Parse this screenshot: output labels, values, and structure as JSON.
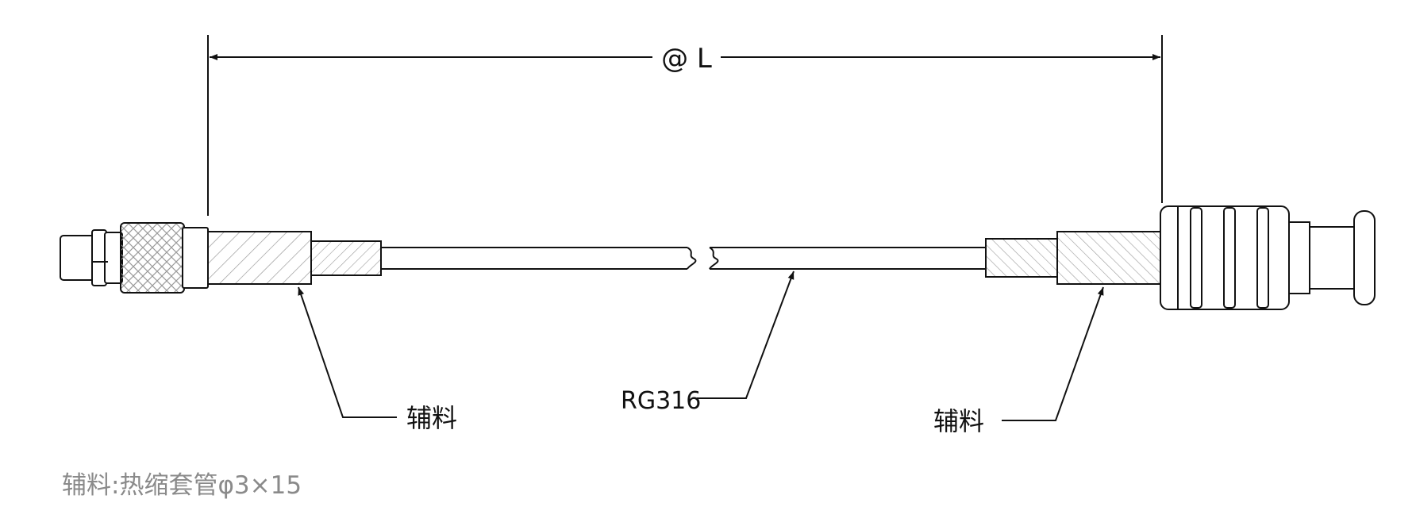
{
  "dimension": {
    "label": "@ L"
  },
  "callouts": {
    "left_material": "辅料",
    "cable": "RG316",
    "right_material": "辅料"
  },
  "note": "辅料:热缩套管φ3×15",
  "colors": {
    "line": "#111111",
    "hatch": "#9a9a9a",
    "note": "#8a8a8a"
  }
}
